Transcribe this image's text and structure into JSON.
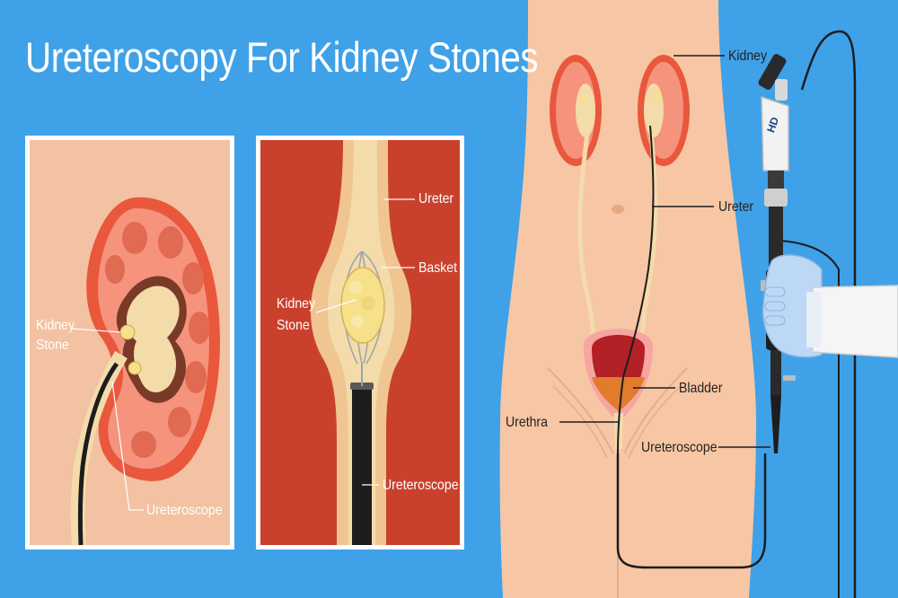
{
  "title": "Ureteroscopy For Kidney Stones",
  "panel_kidney": {
    "labels": {
      "kidney_stone_line1": "Kidney",
      "kidney_stone_line2": "Stone",
      "ureteroscope": "Ureteroscope"
    }
  },
  "panel_ureter": {
    "labels": {
      "ureter": "Ureter",
      "basket": "Basket",
      "kidney_stone_line1": "Kidney",
      "kidney_stone_line2": "Stone",
      "ureteroscope": "Ureteroscope"
    }
  },
  "body_panel": {
    "labels": {
      "kidney": "Kidney",
      "ureter": "Ureter",
      "bladder": "Bladder",
      "urethra": "Urethra",
      "ureteroscope": "Ureteroscope"
    },
    "device_badge": "HD"
  },
  "colors": {
    "background": "#3fa1e8",
    "skin": "#f7c6a4",
    "kidney_panel_bg": "#f2c2a2",
    "ureter_panel_bg": "#c9412c",
    "kidney_outer": "#e9573d",
    "kidney_inner": "#f5937d",
    "stone": "#f6e08a",
    "scope": "#1d1d1d",
    "ureter_tube": "#f3dcaa"
  }
}
